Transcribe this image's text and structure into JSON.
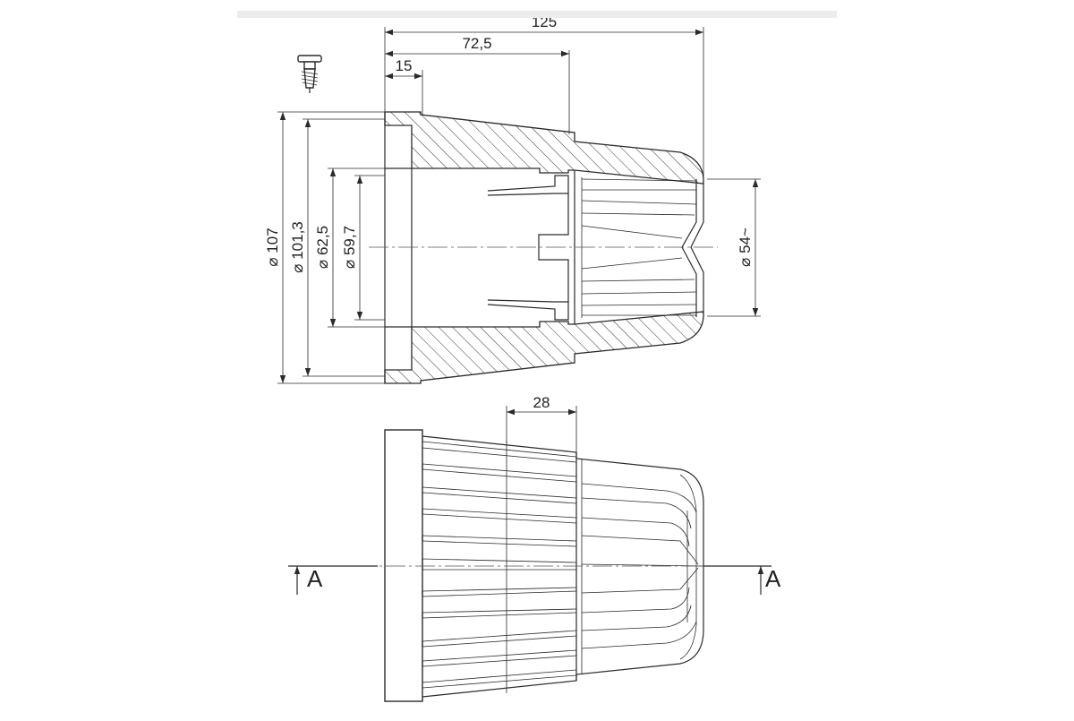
{
  "drawing": {
    "dimensions": {
      "overall_length": "125",
      "length_to_step": "72,5",
      "flange_length": "15",
      "section_width": "28",
      "d_outer": "⌀ 107",
      "d_flange_inner": "⌀ 101,3",
      "d_bore": "⌀ 62,5",
      "d_bore_inner": "⌀ 59,7",
      "d_tip": "⌀ 54~"
    },
    "section_marks": {
      "left": "A",
      "right": "A"
    }
  }
}
